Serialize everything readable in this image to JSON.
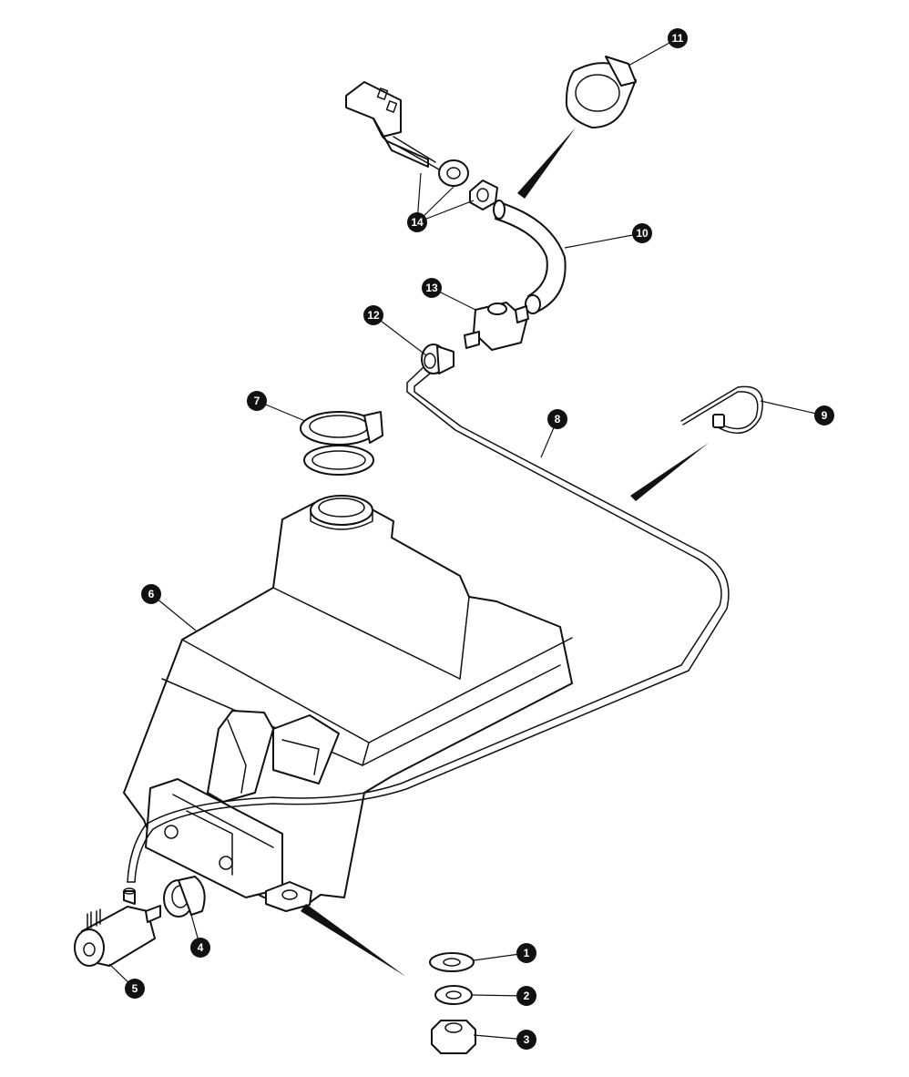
{
  "diagram": {
    "callouts": [
      {
        "label": "1",
        "part": "washer"
      },
      {
        "label": "2",
        "part": "lock-washer"
      },
      {
        "label": "3",
        "part": "hex-nut"
      },
      {
        "label": "4",
        "part": "grommet"
      },
      {
        "label": "5",
        "part": "washer-pump"
      },
      {
        "label": "6",
        "part": "reservoir-tank"
      },
      {
        "label": "7",
        "part": "filler-cap-and-seal"
      },
      {
        "label": "8",
        "part": "fluid-tube"
      },
      {
        "label": "9",
        "part": "cable-tie"
      },
      {
        "label": "10",
        "part": "rubber-hose"
      },
      {
        "label": "11",
        "part": "hose-clip"
      },
      {
        "label": "12",
        "part": "connector"
      },
      {
        "label": "13",
        "part": "non-return-valve"
      },
      {
        "label": "14",
        "part": "jet-mounting-hardware"
      }
    ]
  }
}
